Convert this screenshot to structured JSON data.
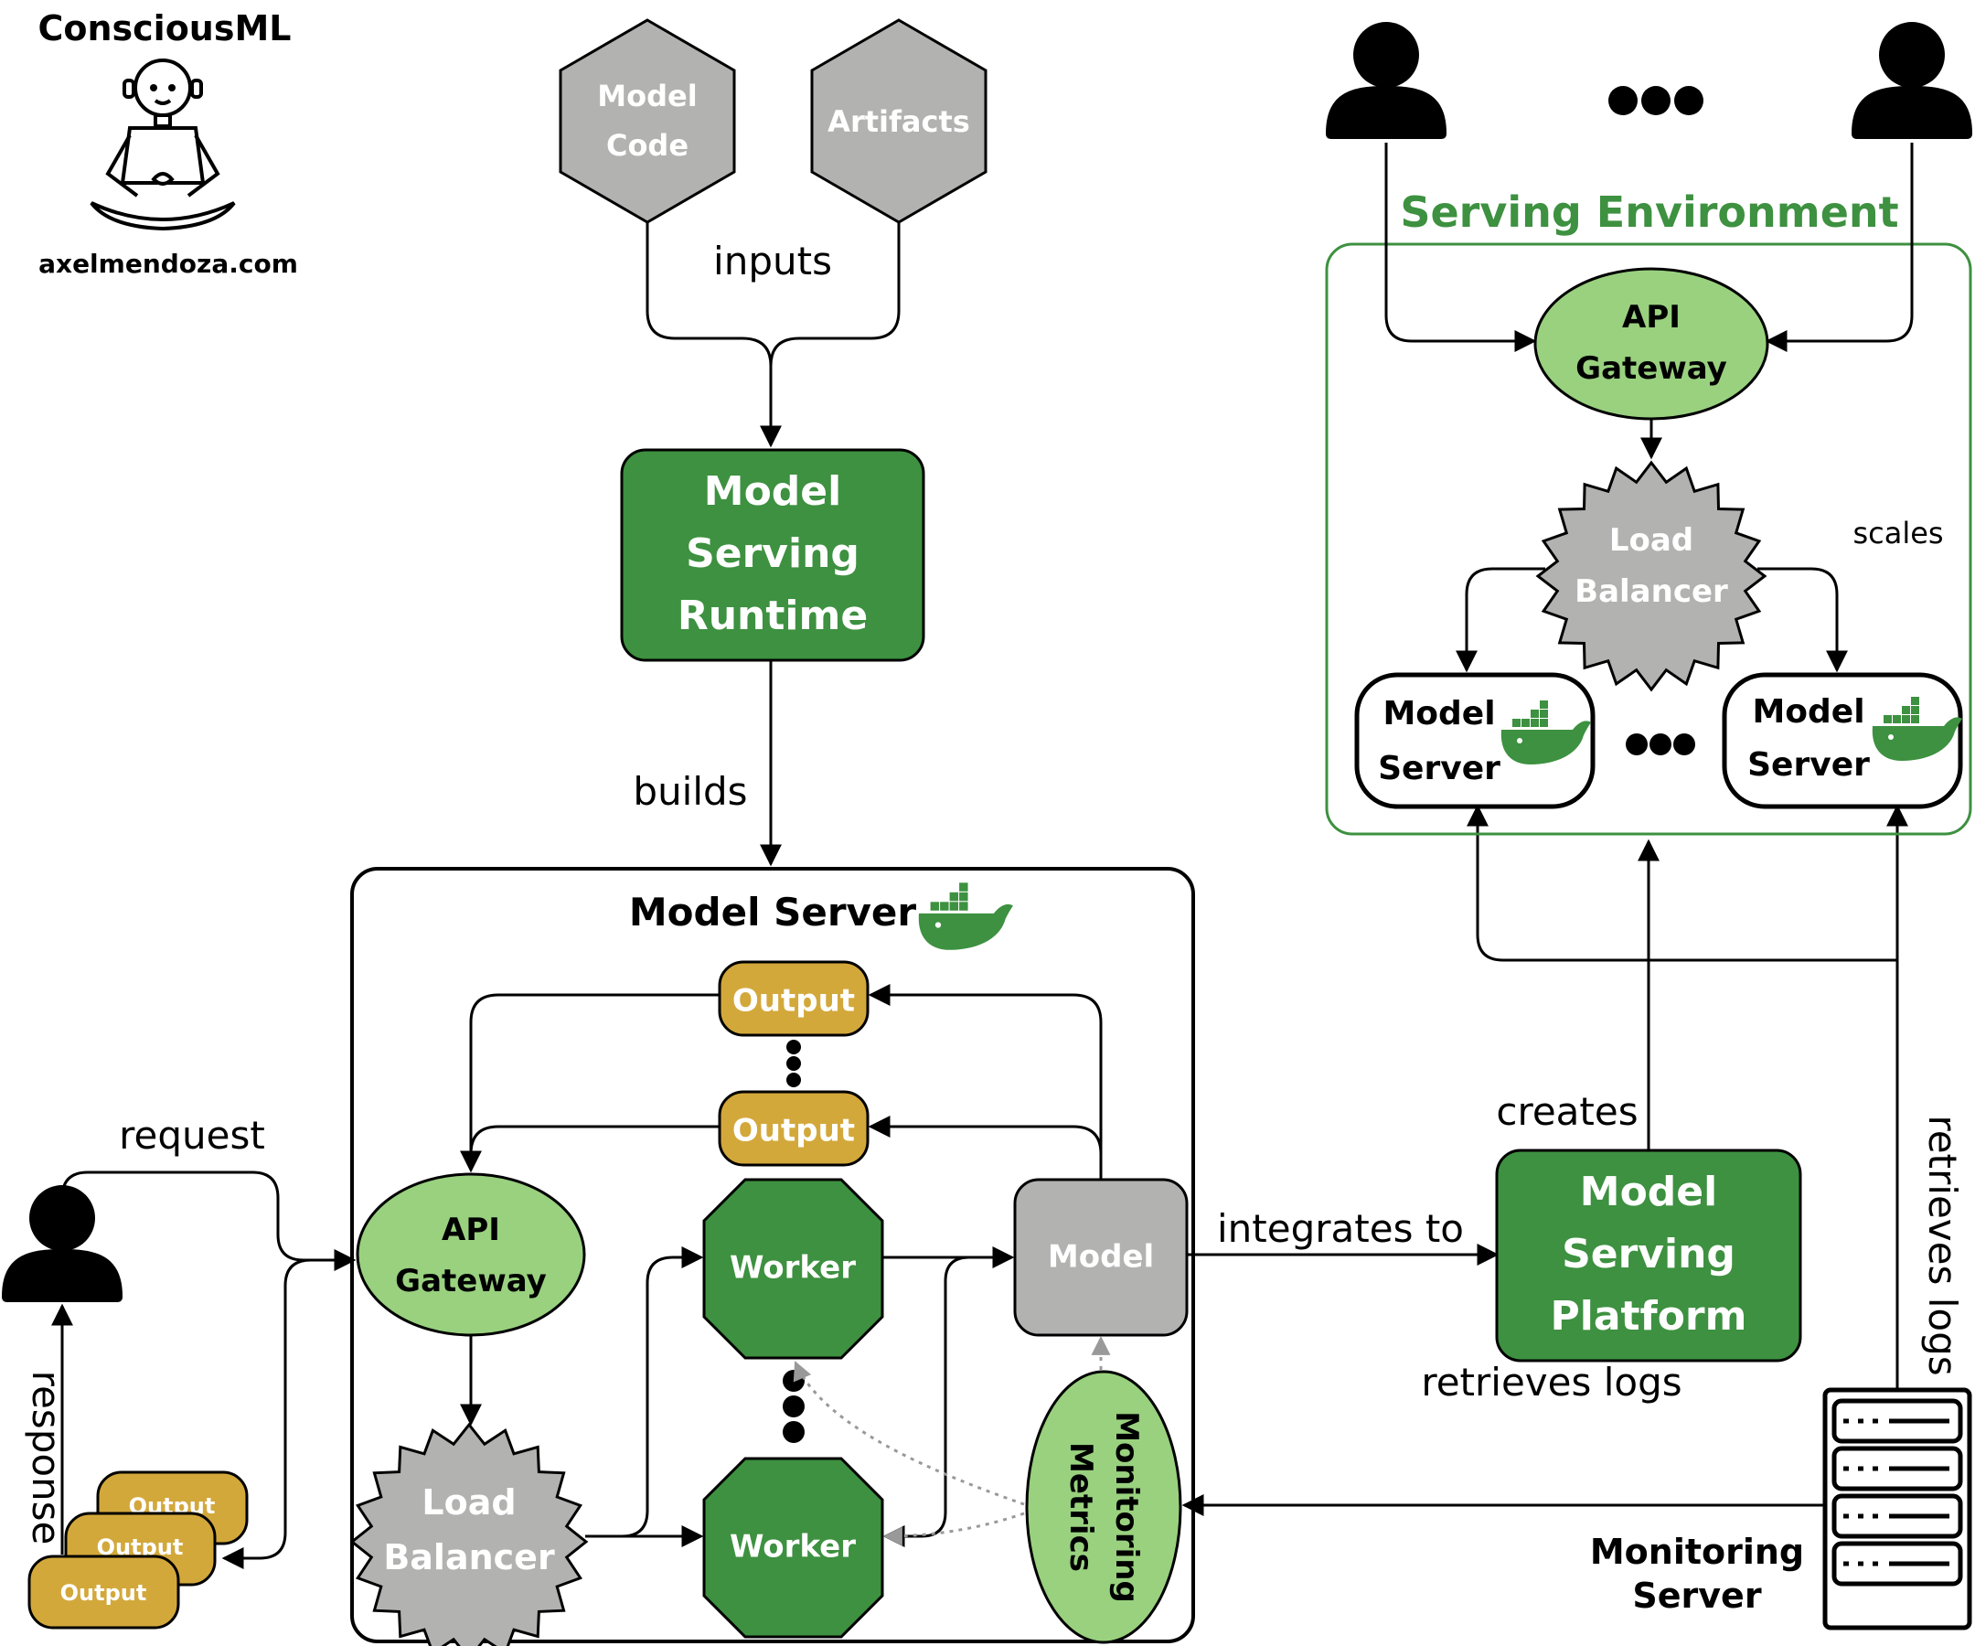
{
  "brand": {
    "name": "ConsciousML",
    "site": "axelmendoza.com"
  },
  "colors": {
    "dark_green": "#3d9140",
    "light_green": "#99d17f",
    "grey": "#b2b3b1",
    "gold": "#d3a83b",
    "env_green": "#3d9140",
    "black": "#000000"
  },
  "inputs": {
    "model_code": [
      "Model",
      "Code"
    ],
    "artifacts": "Artifacts",
    "label": "inputs"
  },
  "runtime": {
    "lines": [
      "Model",
      "Serving",
      "Runtime"
    ],
    "builds": "builds"
  },
  "model_server": {
    "title": "Model Server",
    "output": "Output",
    "api_gateway": [
      "API",
      "Gateway"
    ],
    "load_balancer": [
      "Load",
      "Balancer"
    ],
    "worker": "Worker",
    "model": "Model",
    "monitoring": [
      "Monitoring",
      "Metrics"
    ]
  },
  "client": {
    "request": "request",
    "response": "response",
    "output": "Output"
  },
  "platform": {
    "lines": [
      "Model",
      "Serving",
      "Platform"
    ],
    "integrates": "integrates to",
    "creates": "creates",
    "retrieves_logs": "retrieves logs",
    "retrieves_logs_vertical": "retrieves logs"
  },
  "monitoring_server": {
    "lines": [
      "Monitoring",
      "Server"
    ]
  },
  "environment": {
    "title": "Serving Environment",
    "api_gateway": [
      "API",
      "Gateway"
    ],
    "load_balancer": [
      "Load",
      "Balancer"
    ],
    "scales": "scales",
    "model_server": [
      "Model",
      "Server"
    ]
  }
}
